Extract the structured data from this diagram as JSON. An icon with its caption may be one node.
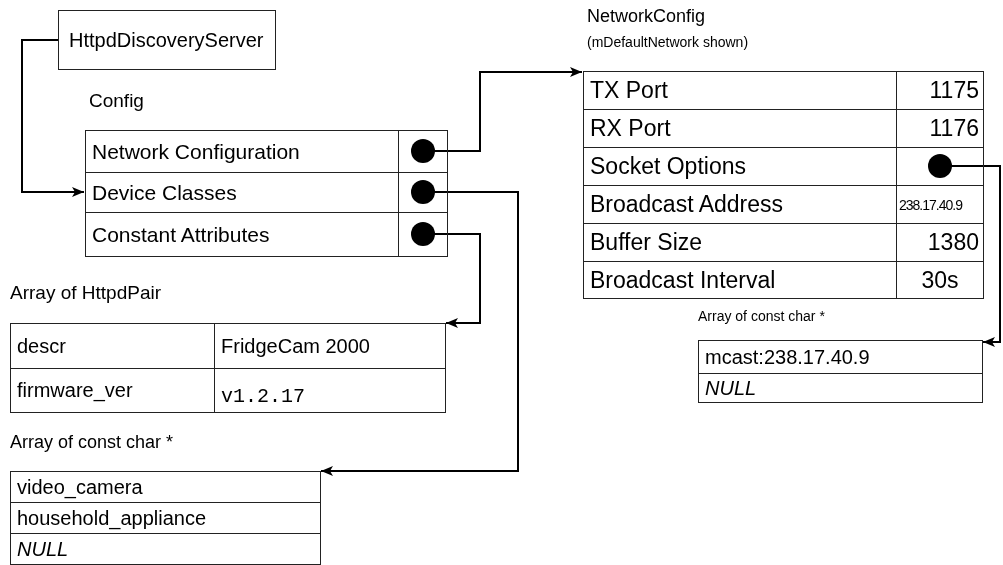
{
  "diagram": {
    "nodes": [
      {
        "text": [
          "HttpdDiscoveryServer"
        ]
      },
      {
        "text": [
          "Config"
        ]
      },
      {
        "text": [
          "Network Configuration"
        ],
        "in": 1
      },
      {
        "text": [
          "Device Classes"
        ],
        "in": 1
      },
      {
        "text": [
          "Constant Attributes"
        ],
        "in": 1
      },
      {
        "text": [
          "NetworkConfig",
          "(mDefaultNetwork shown)"
        ]
      },
      {
        "text": [
          "TX Port",
          "1175"
        ],
        "in": 5
      },
      {
        "text": [
          "RX Port",
          "1176"
        ],
        "in": 5
      },
      {
        "text": [
          "Socket Options"
        ],
        "in": 5
      },
      {
        "text": [
          "Broadcast Address",
          "238.17.40.9"
        ],
        "in": 5
      },
      {
        "text": [
          "Buffer Size",
          "1380"
        ],
        "in": 5
      },
      {
        "text": [
          "Broadcast Interval",
          "30s"
        ],
        "in": 5
      },
      {
        "text": [
          "Array of const char *",
          "mcast:238.17.40.9",
          "*NULL*"
        ]
      },
      {
        "text": [
          "Array of HttpdPair",
          "descr",
          "FridgeCam 2000",
          "firmware_ver",
          "v1.2.17"
        ]
      },
      {
        "text": [
          "Array of const char *",
          "video_camera",
          "household_appliance",
          "*NULL*"
        ]
      }
    ],
    "edges": [
      {
        "from": 0,
        "to": 3,
        "arrow": "to"
      },
      {
        "from": 2,
        "to": 5,
        "arrow": "to"
      },
      {
        "from": 4,
        "to": 13,
        "arrow": "to"
      },
      {
        "from": 3,
        "to": 14,
        "arrow": "to"
      },
      {
        "from": 8,
        "to": 12,
        "arrow": "to"
      }
    ]
  }
}
